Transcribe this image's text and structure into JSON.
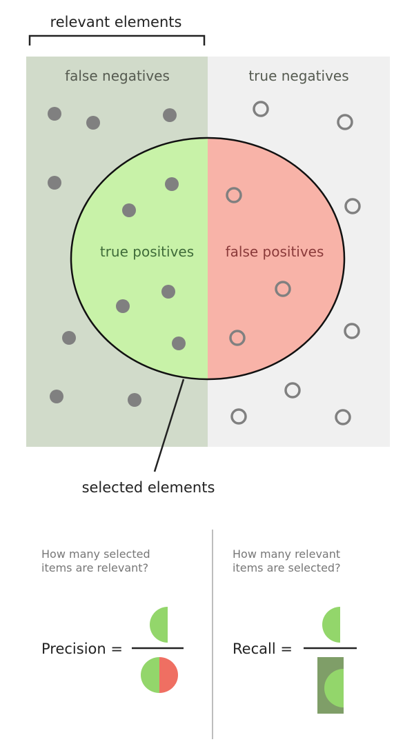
{
  "diagram": {
    "top_label": "relevant elements",
    "regions": {
      "false_negatives": "false negatives",
      "true_negatives": "true negatives",
      "true_positives": "true positives",
      "false_positives": "false positives"
    },
    "selected_label": "selected elements",
    "precision": {
      "question_line1": "How many selected",
      "question_line2": "items are relevant?",
      "label": "Precision ="
    },
    "recall": {
      "question_line1": "How many relevant",
      "question_line2": "items are selected?",
      "label": "Recall ="
    },
    "colors": {
      "relevant_bg": "#d1dbca",
      "irrelevant_bg": "#f0f0f0",
      "true_positive": "#c8f2a8",
      "false_positive": "#f8b3a8",
      "dot_filled": "#808080",
      "half_green": "#93d66b",
      "half_red": "#ef6f62",
      "recall_box": "#7f9e68"
    }
  }
}
